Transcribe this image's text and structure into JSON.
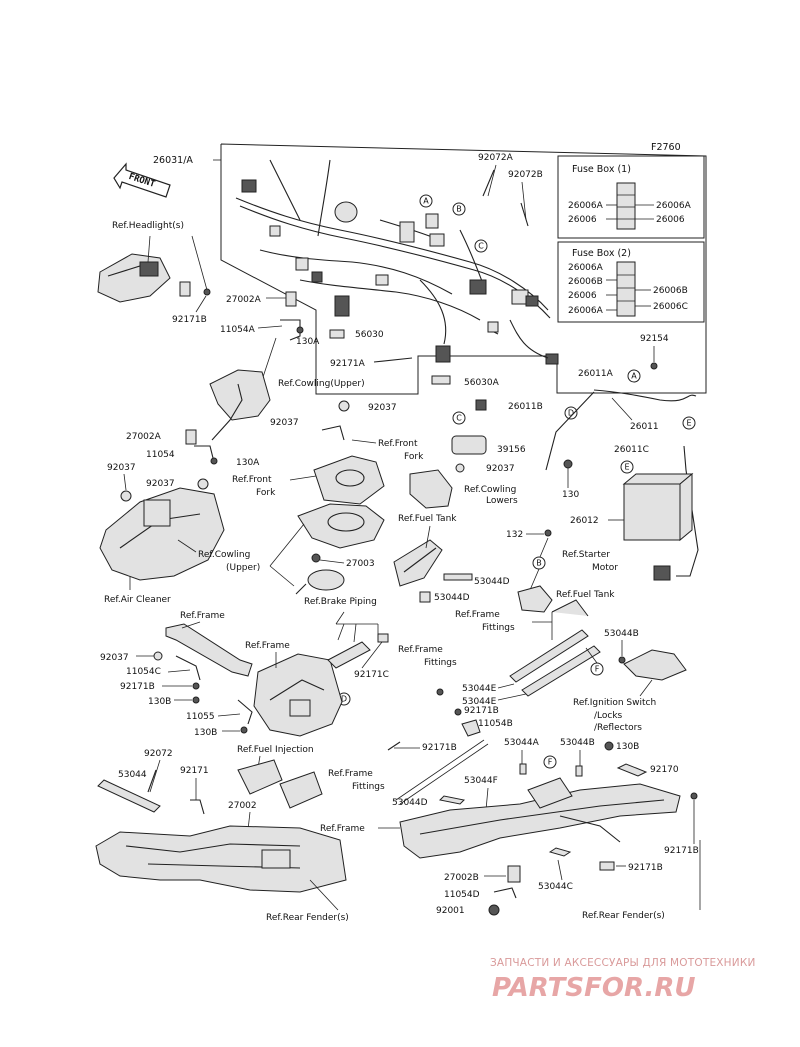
{
  "figure_code": "F2760",
  "front_arrow": "FRONT",
  "fuse_box_1": {
    "title": "Fuse Box (1)",
    "left": [
      "26006A",
      "26006"
    ],
    "right": [
      "26006A",
      "26006"
    ]
  },
  "fuse_box_2": {
    "title": "Fuse Box (2)",
    "left": [
      "26006A",
      "26006B",
      "26006",
      "26006A"
    ],
    "right": [
      "26006B",
      "26006C"
    ]
  },
  "labels": {
    "p26031A": "26031/A",
    "ref_headlight": "Ref.Headlight(s)",
    "p92171B_a": "92171B",
    "p27002A_a": "27002A",
    "p11054A": "11054A",
    "p130A_a": "130A",
    "ref_cowling_upper_a": "Ref.Cowling(Upper)",
    "p92171A": "92171A",
    "p56030": "56030",
    "p56030A": "56030A",
    "p92072A": "92072A",
    "p92072B": "92072B",
    "p92154": "92154",
    "p26011A": "26011A",
    "p26011": "26011",
    "p26011B": "26011B",
    "p39156": "39156",
    "p26011C": "26011C",
    "p130_c": "130",
    "p26012": "26012",
    "p92037_a": "92037",
    "p92037_b": "92037",
    "ref_front_fork_a": "Ref.Front",
    "ref_front_fork_a2": "Fork",
    "p92037_c": "92037",
    "ref_cowling_lowers": "Ref.Cowling",
    "ref_cowling_lowers2": "Lowers",
    "p27002A_b": "27002A",
    "p11054": "11054",
    "p130A_b": "130A",
    "ref_front_fork_b": "Ref.Front",
    "ref_front_fork_b2": "Fork",
    "p92037_d": "92037",
    "p92037_e": "92037",
    "ref_cowling_upper_b": "Ref.Cowling",
    "ref_cowling_upper_b2": "(Upper)",
    "ref_air_cleaner": "Ref.Air Cleaner",
    "p27003": "27003",
    "ref_brake_piping": "Ref.Brake Piping",
    "ref_fuel_tank_a": "Ref.Fuel Tank",
    "p53044D_a": "53044D",
    "p53044D_b": "53044D",
    "p132": "132",
    "ref_starter_motor": "Ref.Starter",
    "ref_starter_motor2": "Motor",
    "ref_fuel_tank_b": "Ref.Fuel Tank",
    "ref_frame_fittings_a": "Ref.Frame",
    "ref_frame_fittings_a2": "Fittings",
    "p53044B_a": "53044B",
    "ref_frame_a": "Ref.Frame",
    "ref_frame_b": "Ref.Frame",
    "p92037_f": "92037",
    "p11054C": "11054C",
    "p92171B_b": "92171B",
    "p130B_a": "130B",
    "p11055": "11055",
    "p130B_b": "130B",
    "p92171C": "92171C",
    "ref_frame_fittings_b": "Ref.Frame",
    "ref_frame_fittings_b2": "Fittings",
    "p53044E_a": "53044E",
    "p53044E_b": "53044E",
    "ref_ignition": "Ref.Ignition Switch",
    "ref_ignition2": "/Locks",
    "ref_ignition3": "/Reflectors",
    "p92171B_c": "92171B",
    "p11054B": "11054B",
    "p53044A": "53044A",
    "p53044B_b": "53044B",
    "p130B_c": "130B",
    "p92072": "92072",
    "ref_fuel_injection": "Ref.Fuel Injection",
    "p92171B_d": "92171B",
    "p53044": "53044",
    "p92171": "92171",
    "ref_frame_fittings_c": "Ref.Frame",
    "ref_frame_fittings_c2": "Fittings",
    "p92170": "92170",
    "p53044D_c": "53044D",
    "p53044F": "53044F",
    "p27002": "27002",
    "ref_frame_c": "Ref.Frame",
    "p92171B_e": "92171B",
    "p27002B": "27002B",
    "p53044C": "53044C",
    "p92171B_f": "92171B",
    "p11054D": "11054D",
    "p92001": "92001",
    "ref_rear_fender_a": "Ref.Rear Fender(s)",
    "ref_rear_fender_b": "Ref.Rear Fender(s)"
  },
  "callouts": {
    "A1": "A",
    "B1": "B",
    "C1": "C",
    "A2": "A",
    "D1": "D",
    "E1": "E",
    "C2": "C",
    "E2": "E",
    "B2": "B",
    "F1": "F",
    "D2": "D",
    "F2": "F"
  },
  "watermark": {
    "tagline": "ЗАПЧАСТИ И АКСЕССУАРЫ ДЛЯ МОТОТЕХНИКИ",
    "logo": "PARTSFOR.RU"
  }
}
